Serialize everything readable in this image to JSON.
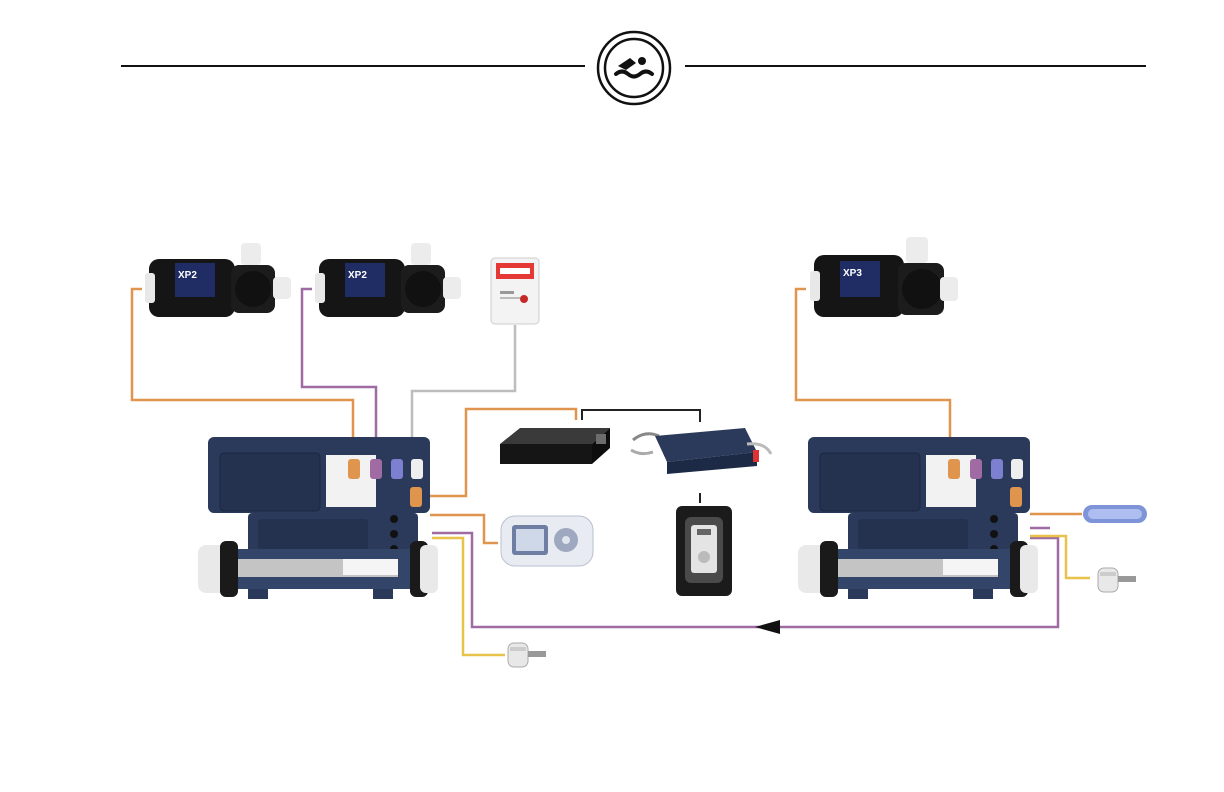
{
  "header": {
    "logo_icon": "swimmer-icon"
  },
  "colors": {
    "orange_cable": "#e0954f",
    "purple_cable": "#a06aa3",
    "gray_cable": "#bdbdbd",
    "yellow_cable": "#e8c24a",
    "black_cable": "#222222",
    "control_box": "#2b3a5a"
  },
  "devices": {
    "pump_1_badge": "XP2",
    "pump_2_badge": "XP2",
    "pump_3_badge": "XP3"
  }
}
